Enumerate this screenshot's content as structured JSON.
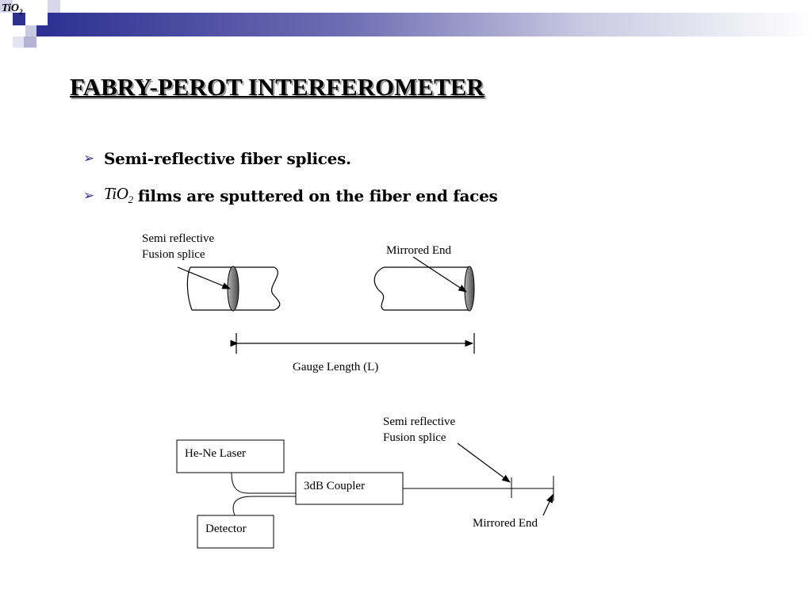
{
  "header": {
    "corner_label": "TiO",
    "corner_label_sub": "2",
    "accent_color": "#2e3192"
  },
  "title": "FABRY-PEROT INTERFEROMETER",
  "bullets": [
    {
      "prefix": "",
      "prefix_sub": "",
      "text": "Semi-reflective fiber splices."
    },
    {
      "prefix": "TiO",
      "prefix_sub": "2",
      "text": "films are sputtered on the fiber end faces"
    }
  ],
  "diagram_top": {
    "splice_label_line1": "Semi reflective",
    "splice_label_line2": "Fusion splice",
    "mirrored_label": "Mirrored End",
    "gauge_label": "Gauge Length (L)"
  },
  "diagram_bottom": {
    "laser_label": "He-Ne Laser",
    "detector_label": "Detector",
    "coupler_label": "3dB Coupler",
    "splice_label_line1": "Semi reflective",
    "splice_label_line2": "Fusion splice",
    "mirrored_label": "Mirrored End"
  }
}
